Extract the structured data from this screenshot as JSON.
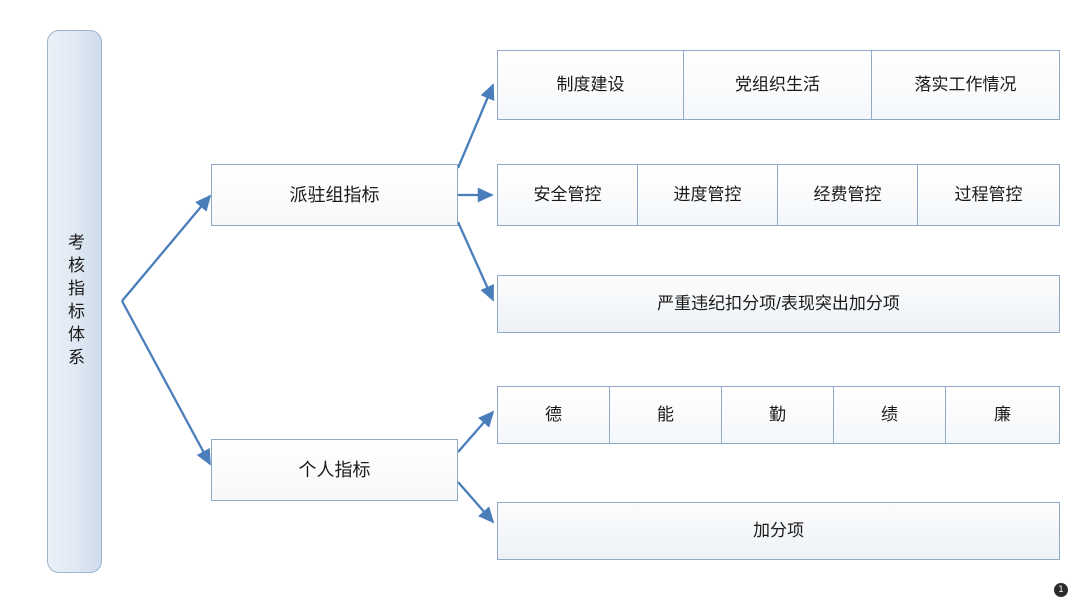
{
  "diagram": {
    "root": {
      "label": "考核指标体系"
    },
    "branches": [
      {
        "id": "dispatch",
        "label": "派驻组指标",
        "rows": [
          {
            "id": "row-institution",
            "items": [
              "制度建设",
              "党组织生活",
              "落实工作情况"
            ]
          },
          {
            "id": "row-control",
            "items": [
              "安全管控",
              "进度管控",
              "经费管控",
              "过程管控"
            ]
          },
          {
            "id": "row-bonus-penalty",
            "items": [
              "严重违纪扣分项/表现突出加分项"
            ]
          }
        ]
      },
      {
        "id": "personal",
        "label": "个人指标",
        "rows": [
          {
            "id": "row-virtue",
            "items": [
              "德",
              "能",
              "勤",
              "绩",
              "廉"
            ]
          },
          {
            "id": "row-extra",
            "items": [
              "加分项"
            ]
          }
        ]
      }
    ],
    "page_badge": "1",
    "colors": {
      "border": "#8fa9c6",
      "arrow": "#4a7ebb",
      "root_fill": "#dfe8f3",
      "node_fill": "#f7f9fb"
    }
  }
}
